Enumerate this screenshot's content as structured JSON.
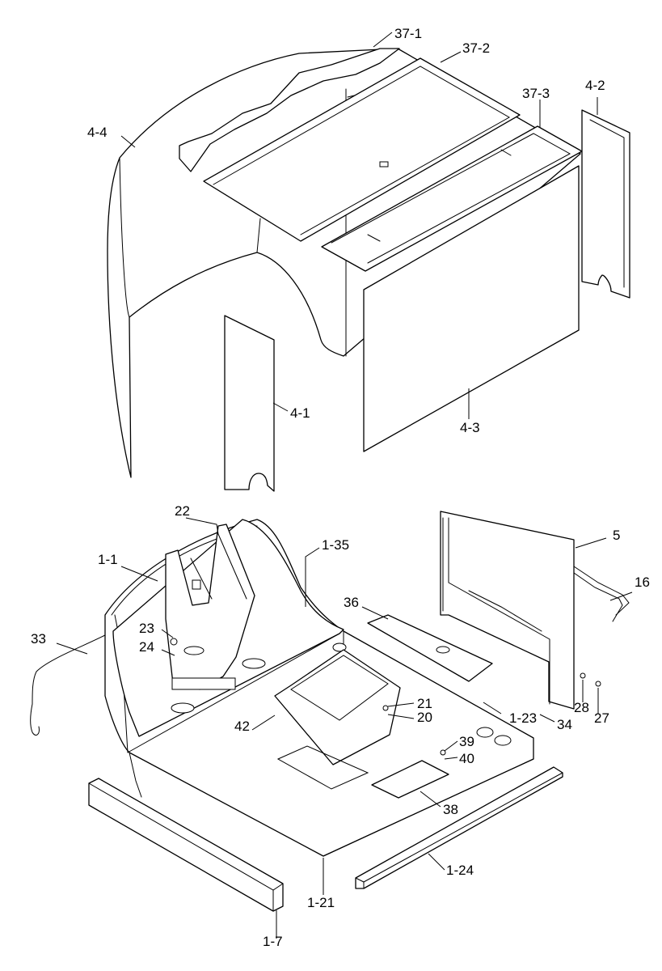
{
  "labels": {
    "p37_1": "37-1",
    "p37_2": "37-2",
    "p37_3": "37-3",
    "p4_2": "4-2",
    "p4_4": "4-4",
    "p4_1": "4-1",
    "p4_3": "4-3",
    "p22": "22",
    "p1_1": "1-1",
    "p1_35": "1-35",
    "p5": "5",
    "p16": "16",
    "p36": "36",
    "p33": "33",
    "p23": "23",
    "p24": "24",
    "p21": "21",
    "p20": "20",
    "p42": "42",
    "p1_23": "1-23",
    "p34": "34",
    "p28": "28",
    "p27": "27",
    "p39": "39",
    "p40": "40",
    "p38": "38",
    "p1_24": "1-24",
    "p1_21": "1-21",
    "p1_7": "1-7"
  },
  "colors": {
    "line": "#000000",
    "background": "#ffffff"
  }
}
